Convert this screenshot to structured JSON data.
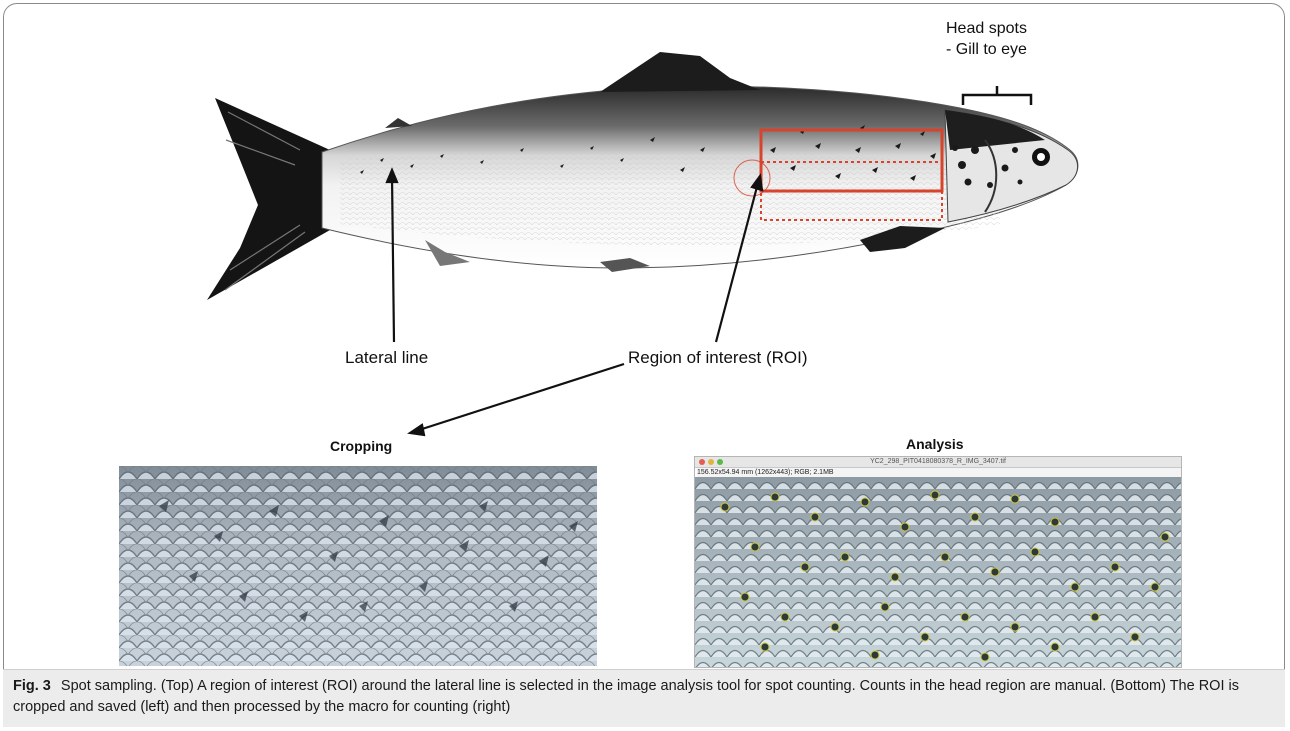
{
  "labels": {
    "head_spots_line1": "Head spots",
    "head_spots_line2": "- Gill to eye",
    "lateral_line": "Lateral line",
    "roi": "Region of interest (ROI)",
    "cropping": "Cropping",
    "analysis": "Analysis"
  },
  "analysis_window": {
    "filename": "YC2_298_PIT0418080378_R_IMG_3407.tif",
    "info": "156.52x54.94 mm (1262x443); RGB; 2.1MB"
  },
  "caption": {
    "fig_label": "Fig. 3",
    "text": "Spot sampling. (Top) A region of interest (ROI) around the lateral line is selected in the image analysis tool for spot counting. Counts in the head region are manual. (Bottom) The ROI is cropped and saved (left) and then processed by the macro for counting (right)"
  },
  "colors": {
    "roi_box": "#d8432c",
    "fish_dark": "#1a1a1a",
    "caption_bg": "#ececec"
  }
}
